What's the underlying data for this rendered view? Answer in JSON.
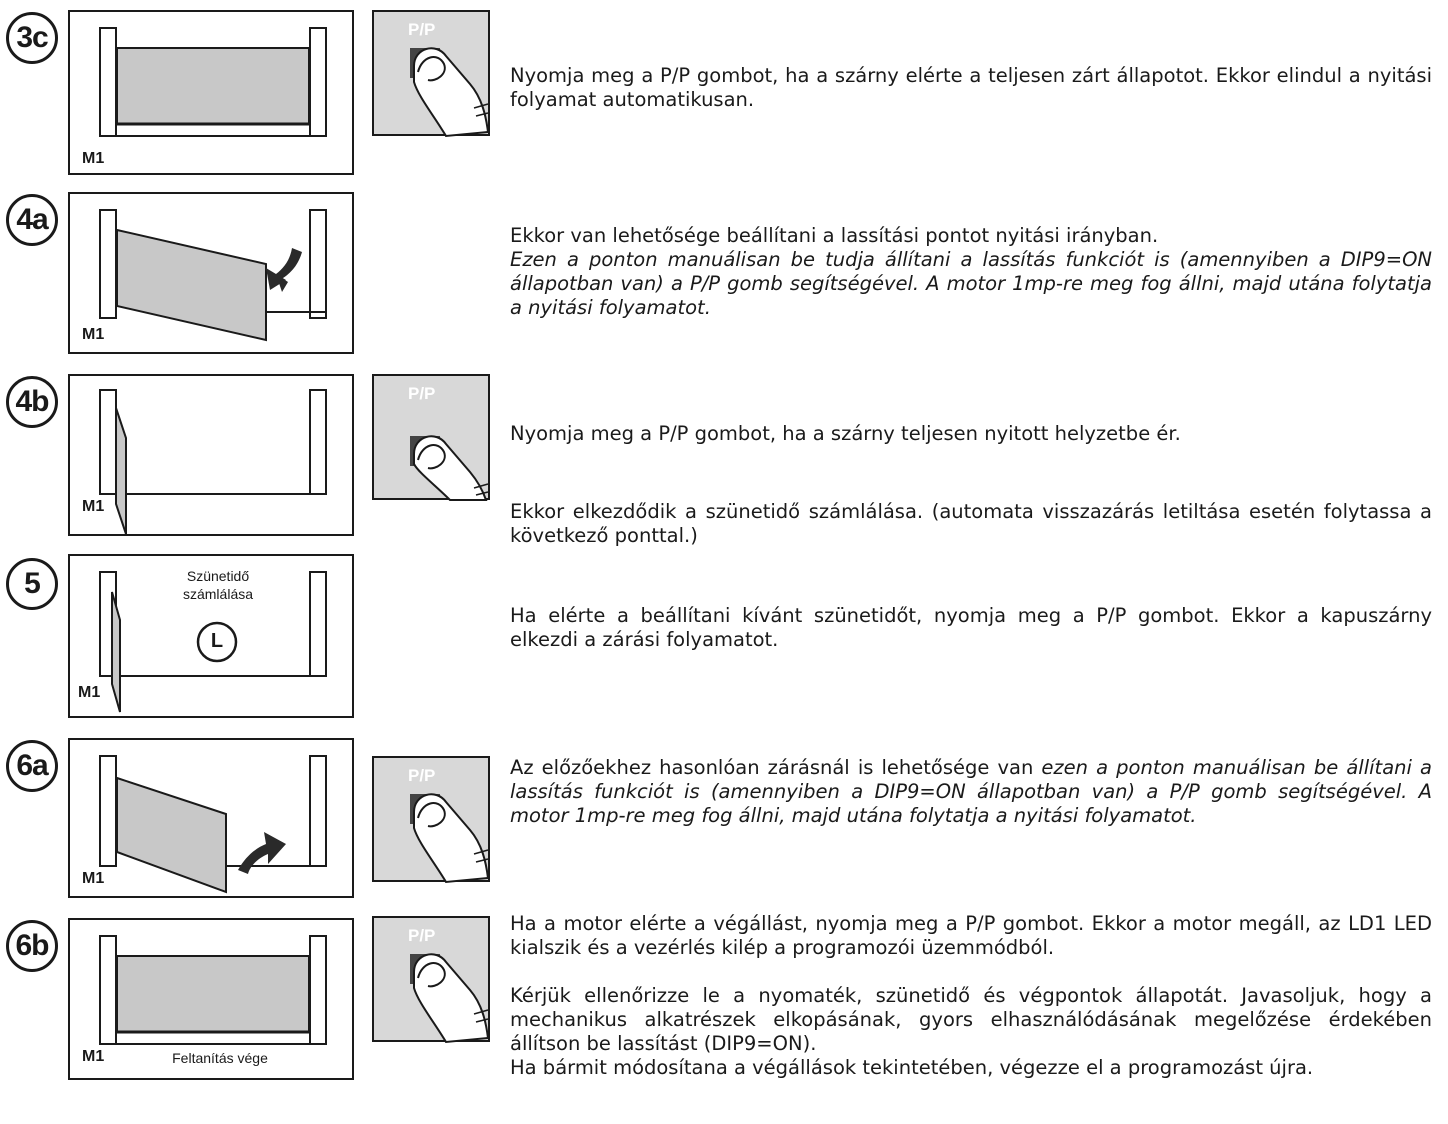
{
  "steps": {
    "s3c": {
      "badge": "3c",
      "m1": "M1",
      "pp": "P/P"
    },
    "s4a": {
      "badge": "4a",
      "m1": "M1"
    },
    "s4b": {
      "badge": "4b",
      "m1": "M1",
      "pp": "P/P"
    },
    "s5": {
      "badge": "5",
      "m1": "M1",
      "caption_line1": "Szünetidő",
      "caption_line2": "számlálása",
      "clock_letter": "L"
    },
    "s6a": {
      "badge": "6a",
      "m1": "M1",
      "pp": "P/P"
    },
    "s6b": {
      "badge": "6b",
      "m1": "M1",
      "pp": "P/P",
      "caption": "Feltanítás vége"
    }
  },
  "text": {
    "t3c": "Nyomja meg a P/P gombot, ha a szárny elérte a teljesen zárt állapotot. Ekkor elindul a nyitási folyamat automatikusan.",
    "t4a_1": "Ekkor van lehetősége beállítani a lassítási pontot nyitási irányban.",
    "t4a_2": "Ezen a ponton manuálisan be tudja állítani a lassítás funkciót is (amennyiben a  DIP9=ON állapotban van) a P/P gomb segítségével. A motor 1mp-re meg fog állni, majd utána folytatja a nyitási folyamatot.",
    "t4b_1": "Nyomja meg a P/P gombot, ha a szárny teljesen nyitott helyzetbe ér.",
    "t4b_2": "Ekkor elkezdődik a szünetidő számlálása. (automata visszazárás letiltása esetén folytassa a következő ponttal.)",
    "t5": "Ha elérte a beállítani kívánt szünetidőt, nyomja meg a P/P gombot. Ekkor a kapuszárny elkezdi a zárási folyamatot.",
    "t6a_normal": "Az előzőekhez hasonlóan zárásnál is lehetősége van ",
    "t6a_italic": "ezen a ponton manuálisan be állítani a lassítás funkciót is (amennyiben a  DIP9=ON állapotban van) a P/P gomb segítségével. A motor 1mp-re meg fog állni, majd utána folytatja a nyitási folyamatot.",
    "t6b_1": "Ha a motor elérte a végállást, nyomja meg a P/P gombot. Ekkor a motor megáll, az LD1 LED kialszik és a vezérlés kilép a programozói üzemmódból.",
    "t6b_2": "Kérjük ellenőrizze le a nyomaték, szünetidő és végpontok állapotát. Javasoljuk, hogy a mechanikus alkatrészek elkopásának, gyors elhasználódásának megelőzése érdekében állítson be lassítást (DIP9=ON).",
    "t6b_3": "Ha bármit módosítana a végállások tekintetében, végezze el a programozást újra."
  },
  "colors": {
    "gate_fill": "#c8c8c8",
    "button_bg": "#d8d8d8",
    "ink": "#1a1a1a"
  },
  "icons": [
    "finger-press-icon",
    "clock-icon",
    "open-arrow-icon",
    "close-arrow-icon"
  ]
}
